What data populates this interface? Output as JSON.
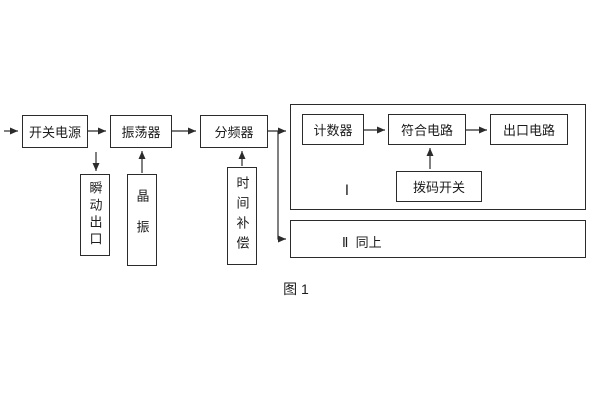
{
  "caption": "图 1",
  "colors": {
    "line": "#2b2b2b",
    "background": "#ffffff"
  },
  "nodes": {
    "power": "开关电源",
    "oscillator": "振荡器",
    "divider": "分频器",
    "counter": "计数器",
    "coincidence": "符合电路",
    "output_circuit": "出口电路",
    "dip_switch": "拨码开关",
    "instant_output": "瞬动出口",
    "crystal": "晶振",
    "time_compensation": "时间补偿",
    "group1_label": "Ⅰ",
    "group2_label": "Ⅱ  同上"
  }
}
